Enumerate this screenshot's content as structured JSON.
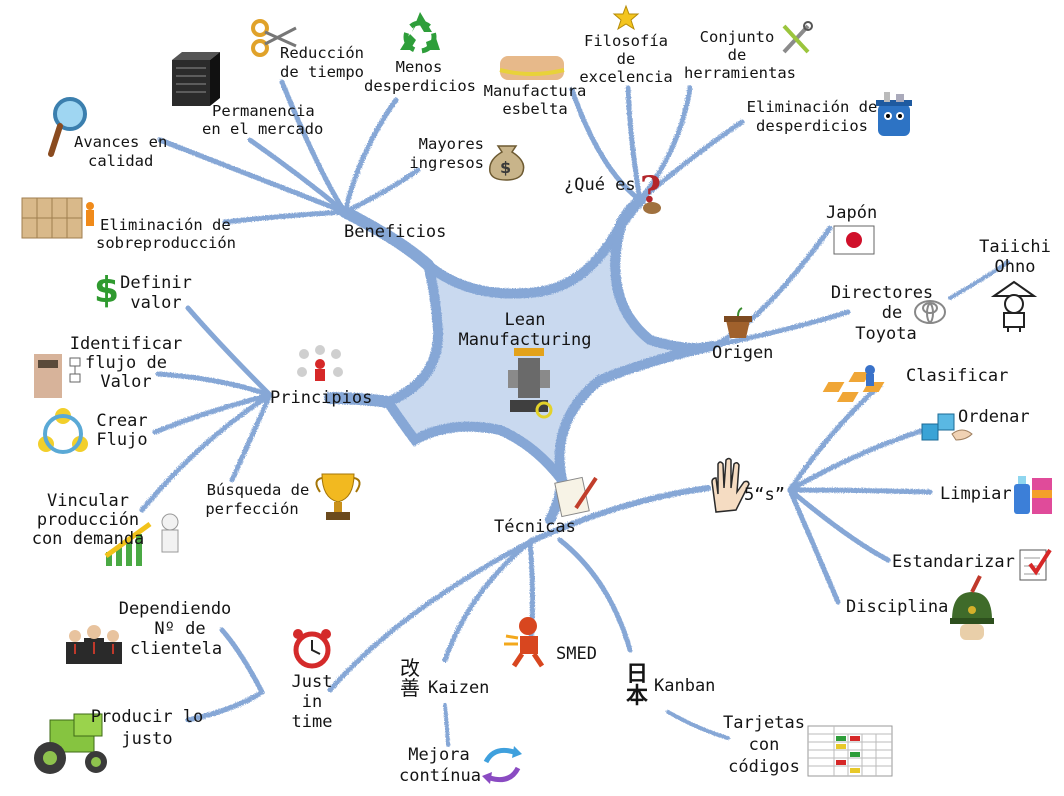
{
  "center": {
    "line1": "Lean",
    "line2": "Manufacturing"
  },
  "branches": {
    "beneficios": {
      "label": "Beneficios",
      "items": {
        "reduccion": [
          "Reducción",
          "de tiempo"
        ],
        "menos": [
          "Menos",
          "desperdicios"
        ],
        "permanencia": [
          "Permanencia",
          "en el mercado"
        ],
        "avances": [
          "Avances en",
          "calidad"
        ],
        "mayores": [
          "Mayores",
          "ingresos"
        ],
        "sobreproduccion": [
          "Eliminación de",
          "sobreproducción"
        ]
      }
    },
    "que_es": {
      "label": "¿Qué es",
      "items": {
        "filosofia": [
          "Filosofía",
          "de",
          "excelencia"
        ],
        "conjunto": [
          "Conjunto",
          "de",
          "herramientas"
        ],
        "manufactura": [
          "Manufactura",
          "esbelta"
        ],
        "eliminacion": [
          "Eliminación de",
          "desperdicios"
        ]
      }
    },
    "origen": {
      "label": "Origen",
      "items": {
        "japon": "Japón",
        "directores": [
          "Directores",
          "de",
          "Toyota"
        ],
        "taiichi": [
          "Taiichi",
          "Ohno"
        ]
      }
    },
    "principios": {
      "label": "Principios",
      "items": {
        "definir": [
          "Definir",
          "valor"
        ],
        "identificar": [
          "Identificar",
          "flujo de",
          "Valor"
        ],
        "crear": [
          "Crear",
          "Flujo"
        ],
        "vincular": [
          "Vincular",
          "producción",
          "con demanda"
        ],
        "busqueda": [
          "Búsqueda de",
          "perfección"
        ]
      }
    },
    "tecnicas": {
      "label": "Técnicas",
      "five_s": {
        "label": "5“s”",
        "items": [
          "Clasificar",
          "Ordenar",
          "Limpiar",
          "Estandarizar",
          "Disciplina"
        ]
      },
      "jit": {
        "label": [
          "Just",
          "in",
          "time"
        ],
        "items": {
          "dependiendo": [
            "Dependiendo",
            "Nº de",
            "clientela"
          ],
          "producir": [
            "Producir lo",
            "justo"
          ]
        }
      },
      "kaizen": {
        "label": "Kaizen",
        "kanji": "改善",
        "items": [
          "Mejora",
          "contínua"
        ]
      },
      "smed": {
        "label": "SMED"
      },
      "kanban": {
        "label": "Kanban",
        "kanji": "日本",
        "items": [
          "Tarjetas",
          "con",
          "códigos"
        ]
      }
    }
  },
  "icons": [
    "scissors-icon",
    "recycle-icon",
    "server-icon",
    "magnifier-icon",
    "money-bag-icon",
    "boxes-icon",
    "star-icon",
    "tools-icon",
    "measuring-tape-icon",
    "trash-monster-icon",
    "question-mark-icon",
    "japan-flag-icon",
    "toyota-logo-icon",
    "person-hat-icon",
    "plant-pot-icon",
    "dollar-icon",
    "people-circle-icon",
    "man-flowchart-icon",
    "cycle-arrows-icon",
    "trophy-icon",
    "growth-chart-icon",
    "puzzle-icon",
    "cubes-hand-icon",
    "cleaning-products-icon",
    "checklist-icon",
    "helmet-icon",
    "hand-icon",
    "writing-paper-icon",
    "alarm-clock-icon",
    "businessmen-icon",
    "tractor-icon",
    "refresh-arrows-icon",
    "runner-icon",
    "kanban-card-icon",
    "robot-machine-icon"
  ],
  "colors": {
    "branch": "#7b9fd2",
    "branch_dark": "#3f5f93",
    "text": "#141414"
  }
}
